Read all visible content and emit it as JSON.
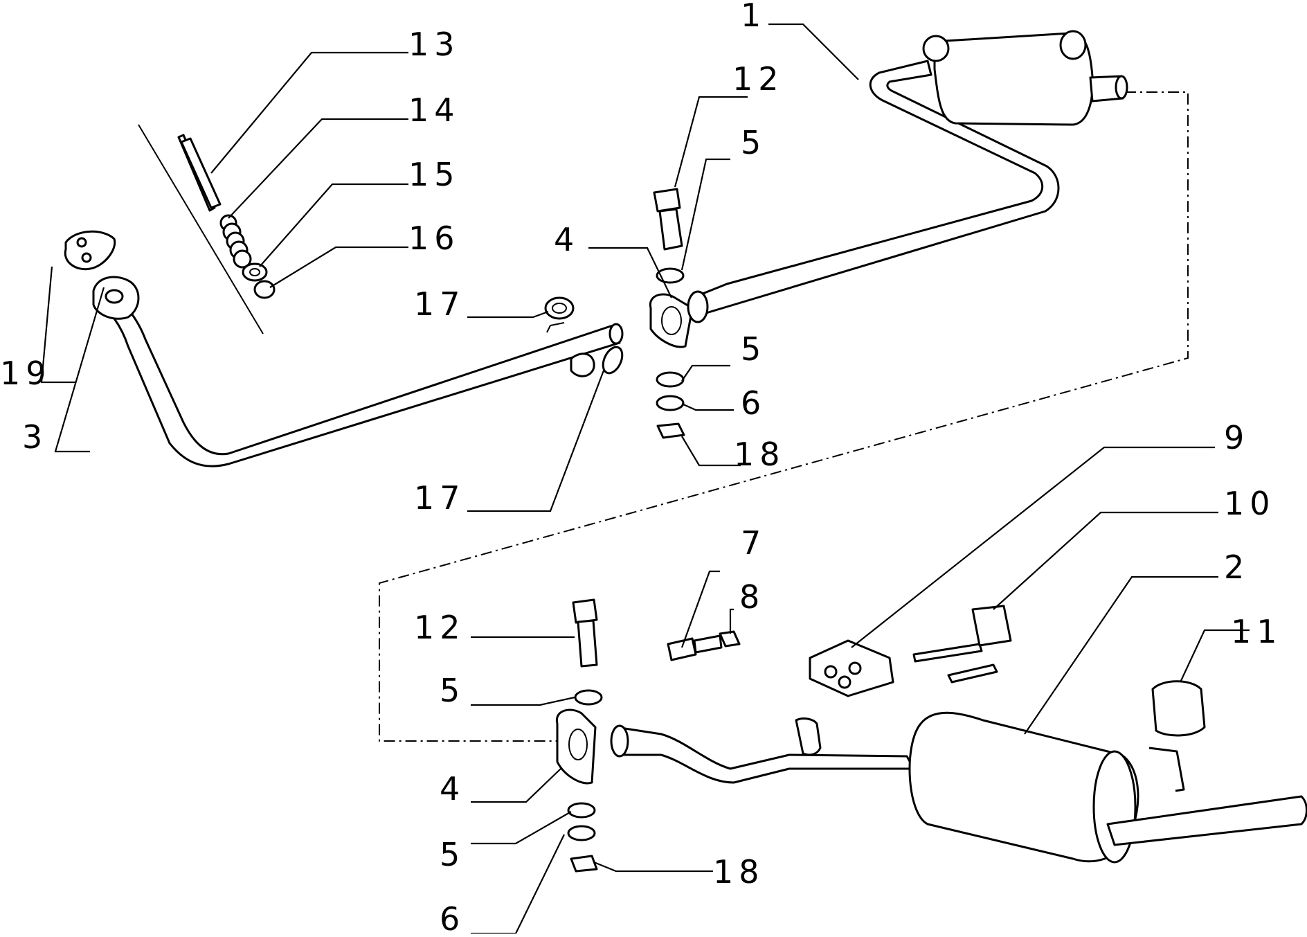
{
  "colors": {
    "ink": "#000000",
    "paper": "#ffffff"
  },
  "callouts": {
    "c1": "1",
    "c2": "2",
    "c3": "3",
    "c4_top": "4",
    "c4_bottom": "4",
    "c5_top": "5",
    "c5_mid": "5",
    "c5_lower_a": "5",
    "c5_lower_b": "5",
    "c6_top": "6",
    "c6_bottom": "6",
    "c7": "7",
    "c8": "8",
    "c9": "9",
    "c10": "10",
    "c11": "11",
    "c12_top": "12",
    "c12_bottom": "12",
    "c13": "13",
    "c14": "14",
    "c15": "15",
    "c16": "16",
    "c17_top": "17",
    "c17_bottom": "17",
    "c18_top": "18",
    "c18_bottom": "18",
    "c19": "19"
  }
}
